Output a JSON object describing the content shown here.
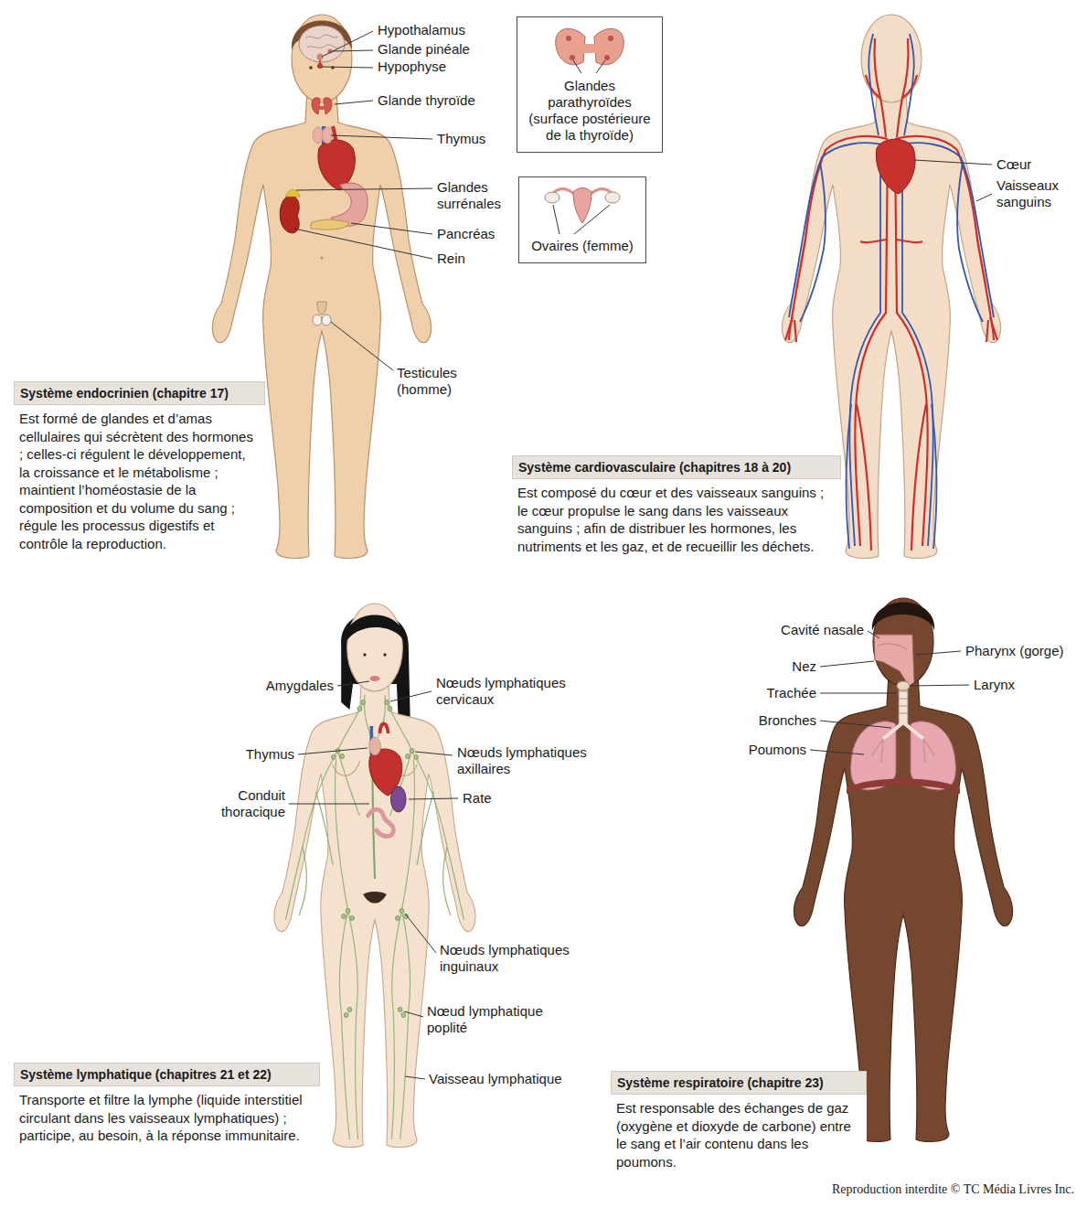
{
  "diagram": {
    "nodes": [
      {
        "text": [
          "Glandes parathyroïdes (surface postérieure de la thyroïde)"
        ]
      },
      {
        "text": [
          "Ovaires (femme)"
        ]
      },
      {
        "text": [
          "Système endocrinien (chapitre 17)",
          "Est formé de glandes et d’amas cellulaires qui sécrètent des hormones ; celles-ci régulent le développement, la croissance et le métabolisme ; maintient l’homéostasie de la composition et du volume du sang ; régule les processus digestifs et contrôle la reproduction."
        ]
      },
      {
        "text": [
          "Système cardiovasculaire (chapitres 18 à 20)",
          "Est composé du cœur et des vaisseaux sanguins ; le cœur propulse le sang dans les vaisseaux sanguins ; afin de distribuer les hormones, les nutriments et les gaz, et de recueillir les déchets."
        ]
      },
      {
        "text": [
          "Système lymphatique (chapitres 21 et 22)",
          "Transporte et filtre la lymphe (liquide interstitiel circulant dans les vaisseaux lymphatiques) ; participe, au besoin, à la réponse immunitaire."
        ]
      },
      {
        "text": [
          "Système respiratoire (chapitre 23)",
          "Est responsable des échanges de gaz (oxygène et dioxyde de carbone) entre le sang et l’air contenu dans les poumons."
        ]
      }
    ],
    "labels": [
      "Hypothalamus",
      "Glande pinéale",
      "Hypophyse",
      "Glande thyroïde",
      "Thymus",
      "Glandes surrénales",
      "Pancréas",
      "Rein",
      "Testicules (homme)",
      "Cœur",
      "Vaisseaux sanguins",
      "Amygdales",
      "Nœuds lymphatiques cervicaux",
      "Thymus",
      "Nœuds lymphatiques axillaires",
      "Conduit thoracique",
      "Rate",
      "Nœuds lymphatiques inguinaux",
      "Nœud lymphatique poplité",
      "Vaisseau lymphatique",
      "Cavité nasale",
      "Nez",
      "Pharynx (gorge)",
      "Trachée",
      "Larynx",
      "Bronches",
      "Poumons",
      "Reproduction interdite © TC Média Livres Inc."
    ]
  }
}
